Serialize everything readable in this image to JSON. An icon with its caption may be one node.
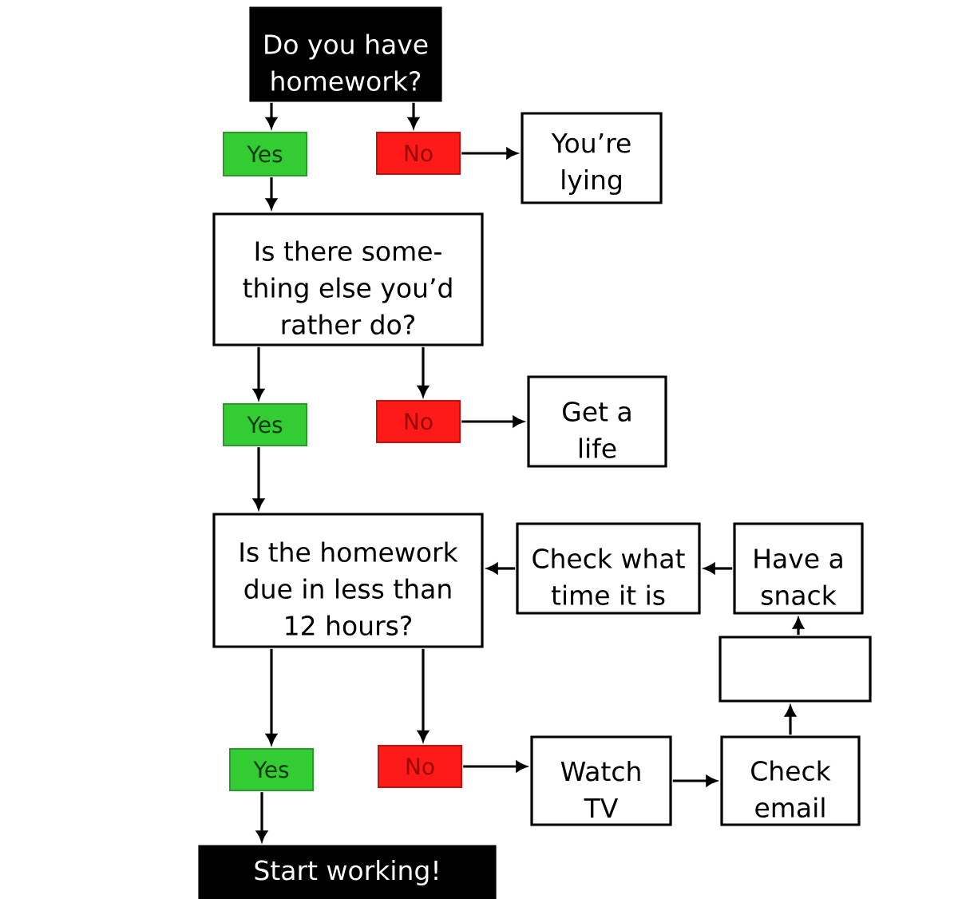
{
  "diagram": {
    "nodes": [
      {
        "text": [
          "Do you have homework?"
        ]
      },
      {
        "text": [
          "Yes"
        ]
      },
      {
        "text": [
          "No"
        ]
      },
      {
        "text": [
          "You’re lying"
        ]
      },
      {
        "text": [
          "Is there some- thing else you’d rather do?"
        ]
      },
      {
        "text": [
          "Yes"
        ]
      },
      {
        "text": [
          "No"
        ]
      },
      {
        "text": [
          "Get a life"
        ]
      },
      {
        "text": [
          "Is the homework due in less than 12 hours?"
        ]
      },
      {
        "text": [
          "Check what time it is"
        ]
      },
      {
        "text": [
          "Have a snack"
        ]
      },
      {
        "text": [],
        "shape": "box"
      },
      {
        "text": [
          "Yes"
        ]
      },
      {
        "text": [
          "No"
        ]
      },
      {
        "text": [
          "Watch TV"
        ]
      },
      {
        "text": [
          "Check email"
        ]
      },
      {
        "text": [
          "Start working!"
        ]
      }
    ],
    "edges": [
      {
        "from": 0,
        "to": 1,
        "arrow": "to"
      },
      {
        "from": 0,
        "to": 2,
        "arrow": "to"
      },
      {
        "from": 2,
        "to": 3,
        "arrow": "to"
      },
      {
        "from": 1,
        "to": 4,
        "arrow": "to"
      },
      {
        "from": 4,
        "to": 5,
        "arrow": "to"
      },
      {
        "from": 4,
        "to": 6,
        "arrow": "to"
      },
      {
        "from": 6,
        "to": 7,
        "arrow": "to"
      },
      {
        "from": 5,
        "to": 8,
        "arrow": "to"
      },
      {
        "from": 9,
        "to": 8,
        "arrow": "to"
      },
      {
        "from": 10,
        "to": 9,
        "arrow": "to"
      },
      {
        "from": 11,
        "to": 10,
        "arrow": "to"
      },
      {
        "from": 15,
        "to": 11,
        "arrow": "to"
      },
      {
        "from": 8,
        "to": 12,
        "arrow": "to"
      },
      {
        "from": 8,
        "to": 13,
        "arrow": "to"
      },
      {
        "from": 13,
        "to": 14,
        "arrow": "to"
      },
      {
        "from": 14,
        "to": 15,
        "arrow": "to"
      },
      {
        "from": 12,
        "to": 16,
        "arrow": "to"
      }
    ]
  }
}
